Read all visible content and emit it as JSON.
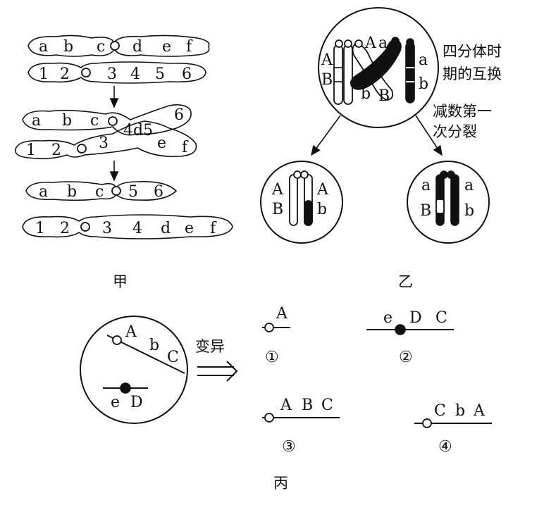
{
  "panel_jia": {
    "caption": "甲",
    "step1": {
      "top_genes": [
        "a",
        "b",
        "c",
        "d",
        "e",
        "f"
      ],
      "bottom_genes": [
        "1",
        "2",
        "3",
        "4",
        "5",
        "6"
      ]
    },
    "step2": {
      "top_genes": [
        "a",
        "b",
        "c",
        "6"
      ],
      "cross_genes": [
        "4d5"
      ],
      "bottom_genes": [
        "1",
        "2",
        "3",
        "e",
        "f"
      ]
    },
    "step3": {
      "top_genes": [
        "a",
        "b",
        "c",
        "5",
        "6"
      ],
      "bottom_genes": [
        "1",
        "2",
        "3",
        "4",
        "d",
        "e",
        "f"
      ]
    }
  },
  "panel_yi": {
    "caption": "乙",
    "note_line1": "四分体时",
    "note_line2": "期的互换",
    "division_line1": "减数第一",
    "division_line2": "次分裂",
    "top_cell_genes": [
      "A",
      "B",
      "A",
      "a",
      "b",
      "B",
      "a",
      "b"
    ],
    "left_cell_genes": [
      "A",
      "B",
      "A",
      "b"
    ],
    "right_cell_genes": [
      "a",
      "B",
      "a",
      "b"
    ]
  },
  "panel_bing": {
    "caption": "丙",
    "arrow_label": "变异",
    "cell_genes": [
      "A",
      "b",
      "C",
      "e",
      "D"
    ],
    "options": [
      {
        "number": "①",
        "genes": [
          "A"
        ]
      },
      {
        "number": "②",
        "genes": [
          "e",
          "D",
          "C"
        ]
      },
      {
        "number": "③",
        "genes": [
          "A",
          "B",
          "C"
        ]
      },
      {
        "number": "④",
        "genes": [
          "C",
          "b",
          "A"
        ]
      }
    ]
  }
}
